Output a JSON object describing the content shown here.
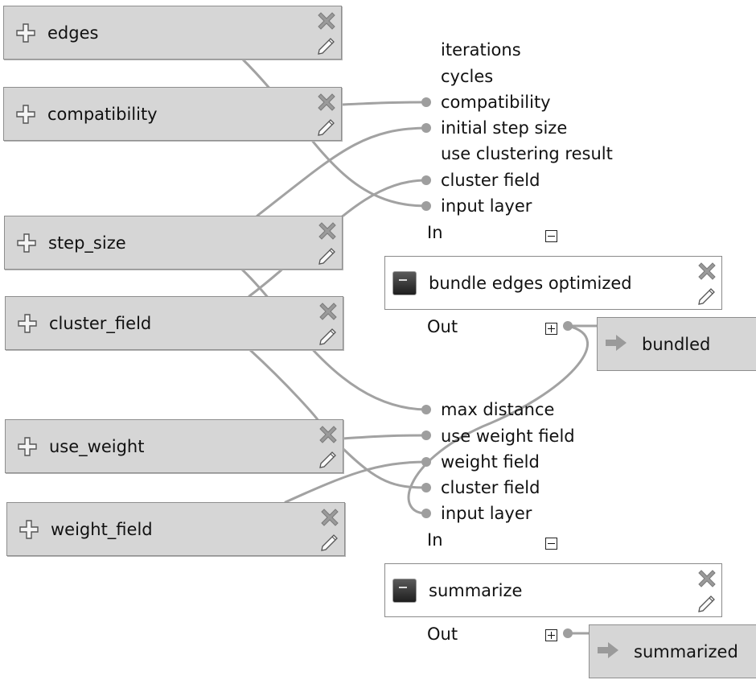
{
  "inputs": [
    {
      "label": "edges"
    },
    {
      "label": "compatibility"
    },
    {
      "label": "step_size"
    },
    {
      "label": "cluster_field"
    },
    {
      "label": "use_weight"
    },
    {
      "label": "weight_field"
    }
  ],
  "algorithms": [
    {
      "label": "bundle edges optimized",
      "in_label": "In",
      "out_label": "Out",
      "params": [
        "iterations",
        "cycles",
        "compatibility",
        "initial step size",
        "use clustering result",
        "cluster field",
        "input layer"
      ],
      "output": "bundled"
    },
    {
      "label": "summarize",
      "in_label": "In",
      "out_label": "Out",
      "params": [
        "max distance",
        "use weight field",
        "weight field",
        "cluster field",
        "input layer"
      ],
      "output": "summarized"
    }
  ],
  "icons": {
    "input": "plus-icon",
    "remove": "close-icon",
    "edit": "pencil-icon",
    "algorithm": "terminal-icon",
    "output": "arrow-right-icon"
  },
  "colors": {
    "node_fill": "#d6d6d6",
    "node_border": "#8e8e8e",
    "wire": "#9e9e9e",
    "background": "#ffffff"
  }
}
